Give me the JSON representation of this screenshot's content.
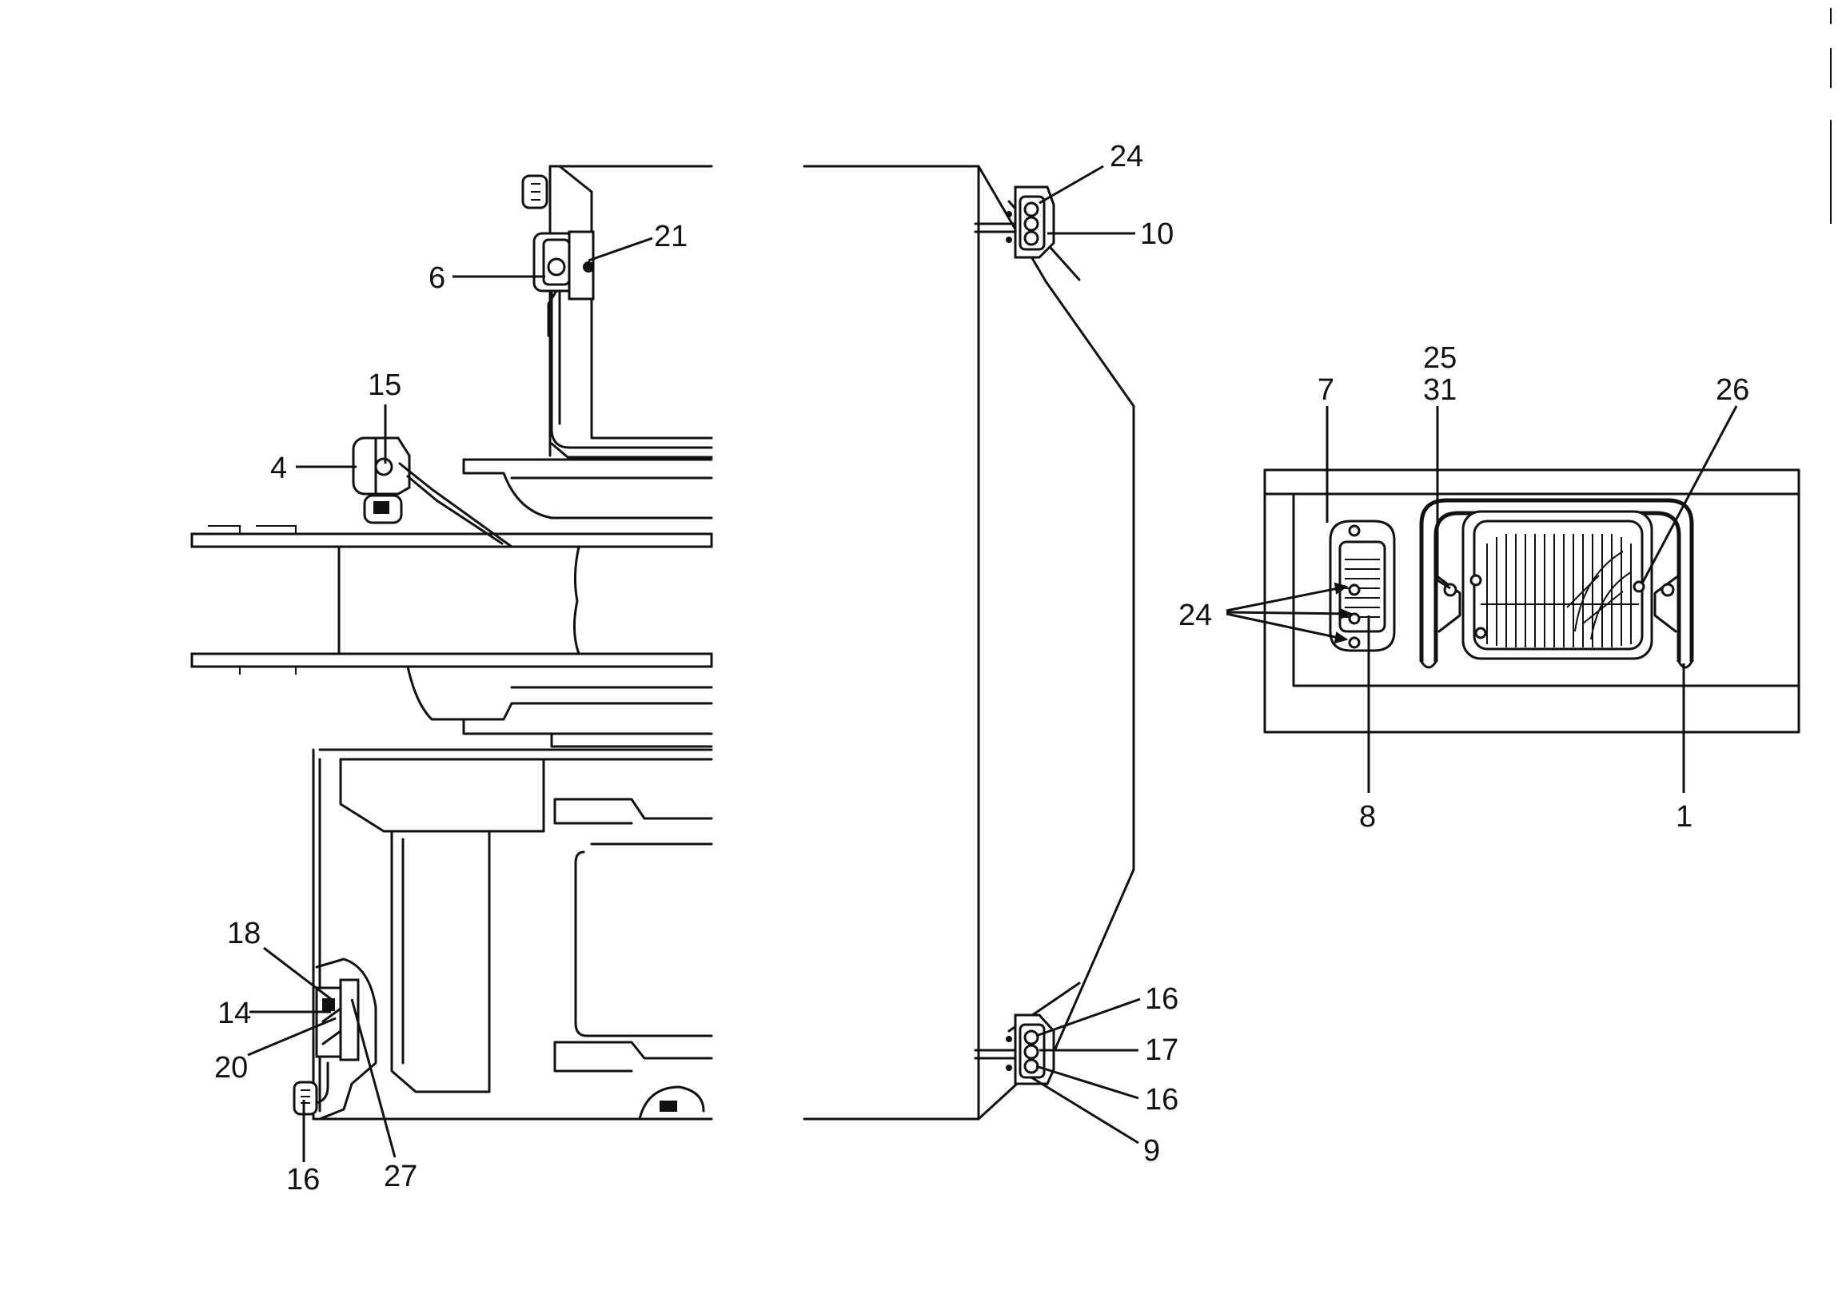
{
  "callouts": {
    "c24_top": "24",
    "c10": "10",
    "c21": "21",
    "c6": "6",
    "c15": "15",
    "c4": "4",
    "c18": "18",
    "c14": "14",
    "c20": "20",
    "c16_bottom_left": "16",
    "c27": "27",
    "c16_right_top": "16",
    "c17": "17",
    "c16_right_bottom": "16",
    "c9": "9",
    "c7": "7",
    "c25": "25",
    "c31": "31",
    "c26": "26",
    "c24_lamp": "24",
    "c8": "8",
    "c1": "1"
  }
}
